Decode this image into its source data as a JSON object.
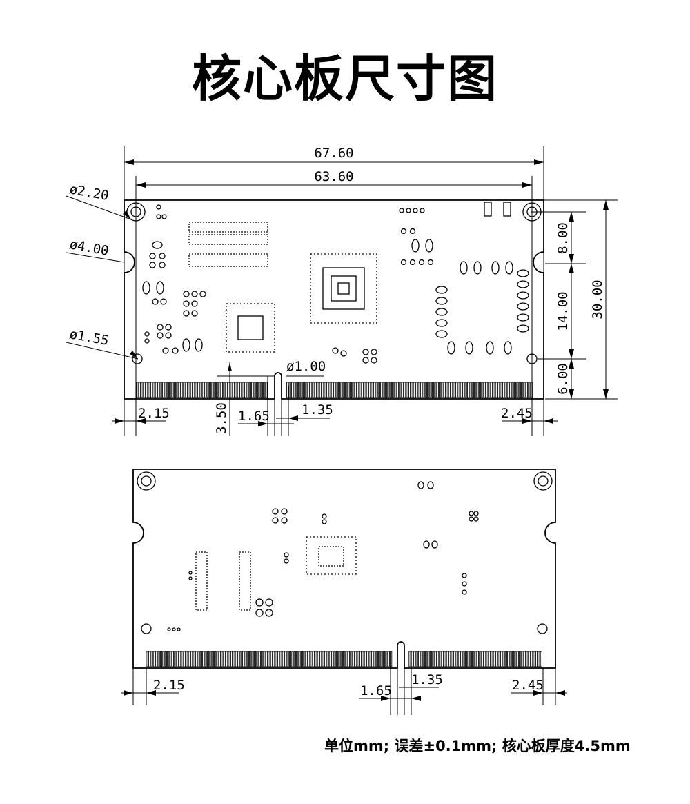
{
  "title": "核心板尺寸图",
  "footer_note": "单位mm; 误差±0.1mm; 核心板厚度4.5mm",
  "dimensions": {
    "width_outer": "67.60",
    "width_holes": "63.60",
    "height_total": "30.00",
    "hole_top_offset": "8.00",
    "hole_gap": "14.00",
    "hole_bottom_offset": "6.00",
    "hole_dia_1": "ø2.20",
    "hole_dia_2": "ø4.00",
    "hole_dia_3": "ø1.55",
    "notch_dia": "ø1.00",
    "notch_depth": "3.50",
    "left_margin": "2.15",
    "right_margin": "2.45",
    "notch_left": "1.65",
    "notch_right": "1.35"
  },
  "colors": {
    "line": "#000000",
    "background": "#ffffff"
  }
}
